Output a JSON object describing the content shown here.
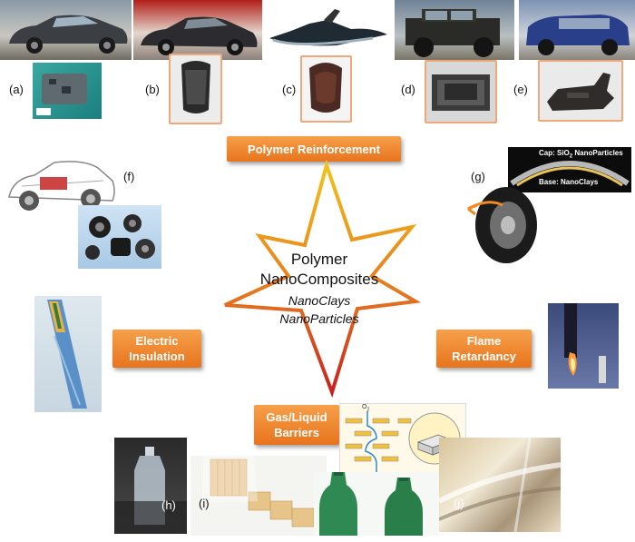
{
  "center": {
    "line1": "Polymer",
    "line2": "NanoComposites",
    "line3": "NanoClays",
    "line4": "NanoParticles"
  },
  "categories": {
    "reinforcement": "Polymer Reinforcement",
    "electric_1": "Electric",
    "electric_2": "Insulation",
    "flame_1": "Flame",
    "flame_2": "Retardancy",
    "barrier_1": "Gas/Liquid",
    "barrier_2": "Barriers"
  },
  "labels": {
    "a": "(a)",
    "b": "(b)",
    "c": "(c)",
    "d": "(d)",
    "e": "(e)",
    "f": "(f)",
    "g": "(g)",
    "h": "(h)",
    "i": "(i)",
    "j": "(j)"
  },
  "tire": {
    "cap_prefix": "Cap: SiO",
    "cap_sub": "2",
    "cap_suffix": " NanoParticles",
    "base": "Base: NanoClays"
  },
  "barrier_diagram": {
    "gas": "O",
    "gas_sub": "2"
  },
  "colors": {
    "box_orange": "#f08c2e",
    "thumb_border": "#f0a878",
    "star_outer_top": "#f2c21a",
    "star_outer_bottom": "#c8201f"
  }
}
